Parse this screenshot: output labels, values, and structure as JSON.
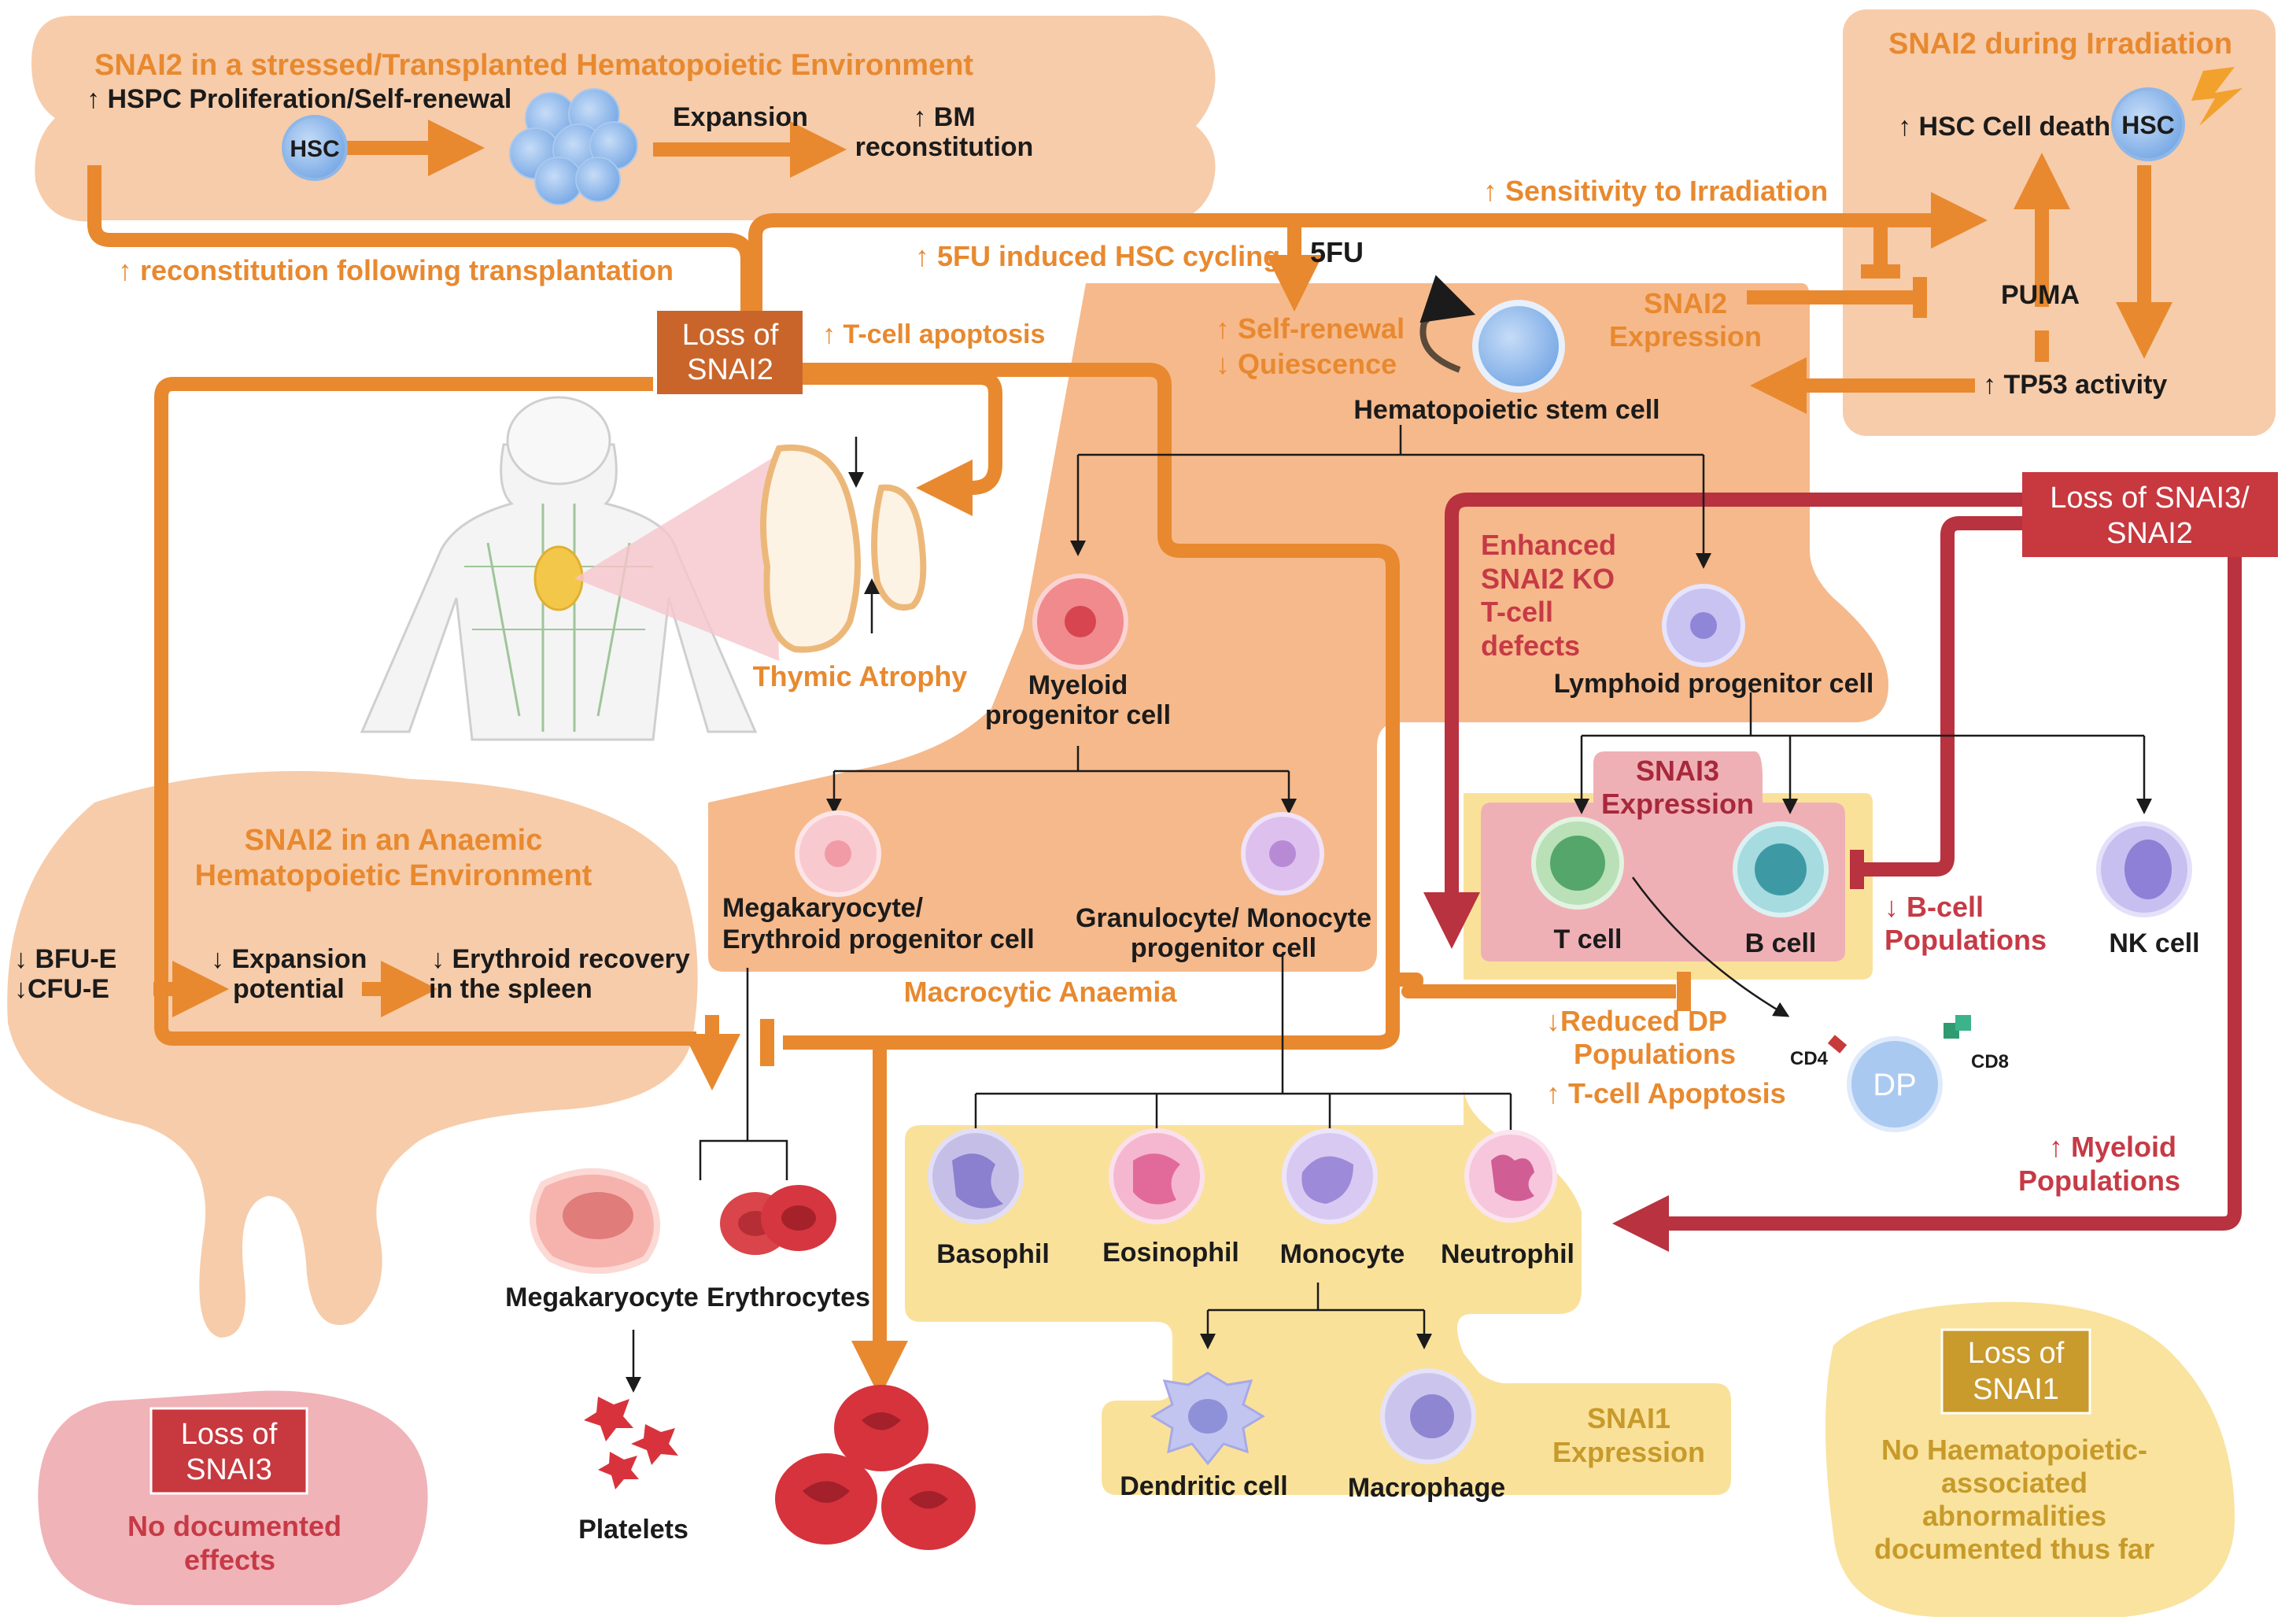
{
  "stressed": {
    "title": "SNAI2 in a stressed/Transplanted Hematopoietic Environment",
    "prolif": "↑ HSPC Proliferation/Self-renewal",
    "hsc": "HSC",
    "expansion": "Expansion",
    "bm_line1": "↑ BM",
    "bm_line2": "reconstitution",
    "reconstitution": "↑ reconstitution following transplantation"
  },
  "irradiation": {
    "title": "SNAI2 during Irradiation",
    "cell_death": "↑ HSC Cell death",
    "hsc": "HSC",
    "puma": "PUMA",
    "tp53": "↑ TP53 activity",
    "sensitivity": "↑ Sensitivity to Irradiation"
  },
  "center": {
    "fu_cycling": "↑ 5FU induced HSC cycling",
    "fu": "5FU",
    "loss_snai2_l1": "Loss of",
    "loss_snai2_l2": "SNAI2",
    "tcell_apoptosis": "↑ T-cell apoptosis",
    "self_renewal": "↑ Self-renewal",
    "quiescence": "↓ Quiescence",
    "snai2_expr_l1": "SNAI2",
    "snai2_expr_l2": "Expression",
    "hsc_label": "Hematopoietic stem cell",
    "thymic": "Thymic Atrophy"
  },
  "hierarchy": {
    "myeloid_l1": "Myeloid",
    "myeloid_l2": "progenitor cell",
    "lymphoid": "Lymphoid progenitor cell",
    "enhanced": [
      "Enhanced",
      "SNAI2 KO",
      "T-cell",
      "defects"
    ],
    "mek_l1": "Megakaryocyte/",
    "mek_l2": "Erythroid progenitor cell",
    "gm_l1": "Granulocyte/ Monocyte",
    "gm_l2": "progenitor cell",
    "macrocytic": "Macrocytic Anaemia",
    "megakaryocyte": "Megakaryocyte",
    "erythrocytes": "Erythrocytes",
    "platelets": "Platelets",
    "basophil": "Basophil",
    "eosinophil": "Eosinophil",
    "monocyte": "Monocyte",
    "neutrophil": "Neutrophil",
    "dendritic": "Dendritic cell",
    "macrophage": "Macrophage",
    "snai1_l1": "SNAI1",
    "snai1_l2": "Expression"
  },
  "lymph": {
    "snai3_l1": "SNAI3",
    "snai3_l2": "Expression",
    "tcell": "T cell",
    "bcell": "B cell",
    "nk": "NK cell",
    "loss_snai3_2_l1": "Loss of SNAI3/",
    "loss_snai3_2_l2": "SNAI2",
    "bcell_pop_l1": "↓  B-cell",
    "bcell_pop_l2": "Populations",
    "dp_l1": "↓Reduced DP",
    "dp_l2": "Populations",
    "dp_l3": "↑ T-cell Apoptosis",
    "cd4": "CD4",
    "cd8": "CD8",
    "dp": "DP",
    "myeloid_pop_l1": "↑ Myeloid",
    "myeloid_pop_l2": "Populations"
  },
  "anaemic": {
    "title_l1": "SNAI2 in an Anaemic",
    "title_l2": "Hematopoietic Environment",
    "bfu": "↓ BFU-E",
    "cfu": "↓CFU-E",
    "exp_l1": "↓ Expansion",
    "exp_l2": "potential",
    "ery_l1": "↓ Erythroid recovery",
    "ery_l2": "in the spleen"
  },
  "snai3box": {
    "loss_l1": "Loss of",
    "loss_l2": "SNAI3",
    "effects_l1": "No documented",
    "effects_l2": "effects"
  },
  "snai1box": {
    "loss_l1": "Loss of",
    "loss_l2": "SNAI1",
    "lines": [
      "No Haematopoietic-",
      "associated",
      "abnormalities",
      "documented thus far"
    ]
  }
}
